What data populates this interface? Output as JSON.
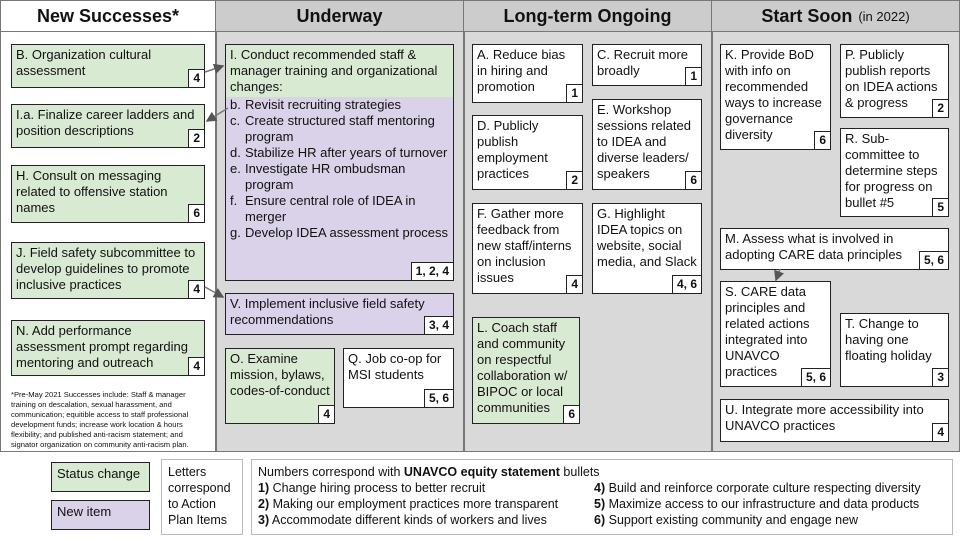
{
  "columns": {
    "new_successes": "New Successes*",
    "underway": "Underway",
    "long_term": "Long-term Ongoing",
    "start_soon": "Start Soon",
    "start_soon_note": "(in 2022)"
  },
  "new_successes": [
    {
      "text": "B. Organization cultural assessment",
      "num": "4"
    },
    {
      "text": "I.a. Finalize career ladders and position descriptions",
      "num": "2"
    },
    {
      "text": "H. Consult on messaging related to offensive station names",
      "num": "6"
    },
    {
      "text": "J. Field safety subcommittee to develop guidelines to promote inclusive practices",
      "num": "4"
    },
    {
      "text": "N. Add performance assessment prompt regarding mentoring and outreach",
      "num": "4"
    }
  ],
  "footnote": "*Pre-May 2021 Successes include: Staff & manager training on descalation, sexual harassment, and communication; equitible access to staff professional development funds; increase work location & hours flexibility; and published anti-racism statement; and signator organization on community anti-racism plan.",
  "underway": {
    "item_i": {
      "head": "I. Conduct recommended staff & manager training and organizational changes:",
      "subitems": [
        {
          "letter": "b.",
          "text": "Revisit recruiting strategies"
        },
        {
          "letter": "c.",
          "text": "Create structured staff mentoring program"
        },
        {
          "letter": "d.",
          "text": "Stabilize HR after years of turnover"
        },
        {
          "letter": "e.",
          "text": "Investigate HR ombudsman program"
        },
        {
          "letter": "f.",
          "text": "Ensure central role of IDEA in merger"
        },
        {
          "letter": "g.",
          "text": "Develop IDEA assessment process"
        }
      ],
      "num": "1, 2, 4"
    },
    "item_v": {
      "text": "V. Implement inclusive field safety recommendations",
      "num": "3, 4"
    },
    "item_o": {
      "text": "O. Examine mission, bylaws, codes-of-conduct",
      "num": "4"
    },
    "item_q": {
      "text": "Q. Job co-op for MSI students",
      "num": "5, 6"
    }
  },
  "long_term": [
    {
      "text": "A. Reduce bias in hiring and promotion",
      "num": "1"
    },
    {
      "text": "C. Recruit more broadly",
      "num": "1"
    },
    {
      "text": "D. Publicly publish employment practices",
      "num": "2"
    },
    {
      "text": "E. Workshop sessions related to IDEA and diverse leaders/ speakers",
      "num": "6"
    },
    {
      "text": "F. Gather more feedback from new staff/interns on inclusion issues",
      "num": "4"
    },
    {
      "text": "G. Highlight IDEA topics on website, social media, and Slack",
      "num": "4, 6"
    },
    {
      "text": "L. Coach staff and community on respectful collaboration w/ BIPOC or local communities",
      "num": "6"
    }
  ],
  "start_soon": [
    {
      "text": "K. Provide BoD with info on recommended ways to increase governance diversity",
      "num": "6"
    },
    {
      "text": "P. Publicly publish reports on IDEA actions & progress",
      "num": "2"
    },
    {
      "text": "R. Sub-committee to determine steps for progress on bullet #5",
      "num": "5"
    },
    {
      "text": "M. Assess what is involved in adopting CARE data principles",
      "num": "5, 6"
    },
    {
      "text": "S. CARE data principles and related actions integrated into UNAVCO practices",
      "num": "5, 6"
    },
    {
      "text": "T. Change to having one floating holiday",
      "num": "3"
    },
    {
      "text": "U. Integrate more accessibility into UNAVCO practices",
      "num": "4"
    }
  ],
  "legend": {
    "status_change": "Status change",
    "new_item": "New item",
    "letters_note": "Letters correspond to Action Plan Items",
    "numbers_intro": "Numbers correspond with ",
    "numbers_bold": "UNAVCO equity statement",
    "numbers_end": " bullets",
    "bullets": [
      {
        "n": "1)",
        "text": "Change hiring process to better recruit"
      },
      {
        "n": "4)",
        "text": "Build and reinforce corporate culture respecting diversity"
      },
      {
        "n": "2)",
        "text": "Making our employment practices more transparent"
      },
      {
        "n": "5)",
        "text": "Maximize access to our infrastructure and data products"
      },
      {
        "n": "3)",
        "text": "Accommodate different kinds of workers and lives"
      },
      {
        "n": "6)",
        "text": "Support existing community and engage new"
      }
    ]
  },
  "colors": {
    "green": "#d9ead3",
    "purple": "#d9d2e9",
    "column_gray": "#d9d9d9"
  }
}
